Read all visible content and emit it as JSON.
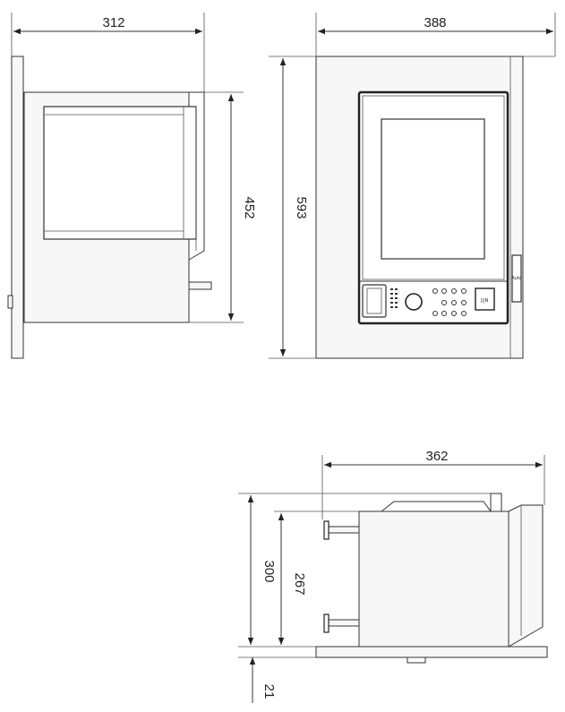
{
  "dimensions": {
    "side_width": "312",
    "side_height": "452",
    "front_width": "388",
    "front_height": "593",
    "top_width": "362",
    "top_depth_total": "300",
    "top_depth_body": "267",
    "top_base": "21"
  },
  "panel": {
    "badge_text": "|||N",
    "handle_text": "Auto"
  },
  "colors": {
    "line": "#333333",
    "fill": "#f7f7f7",
    "background": "#ffffff"
  }
}
